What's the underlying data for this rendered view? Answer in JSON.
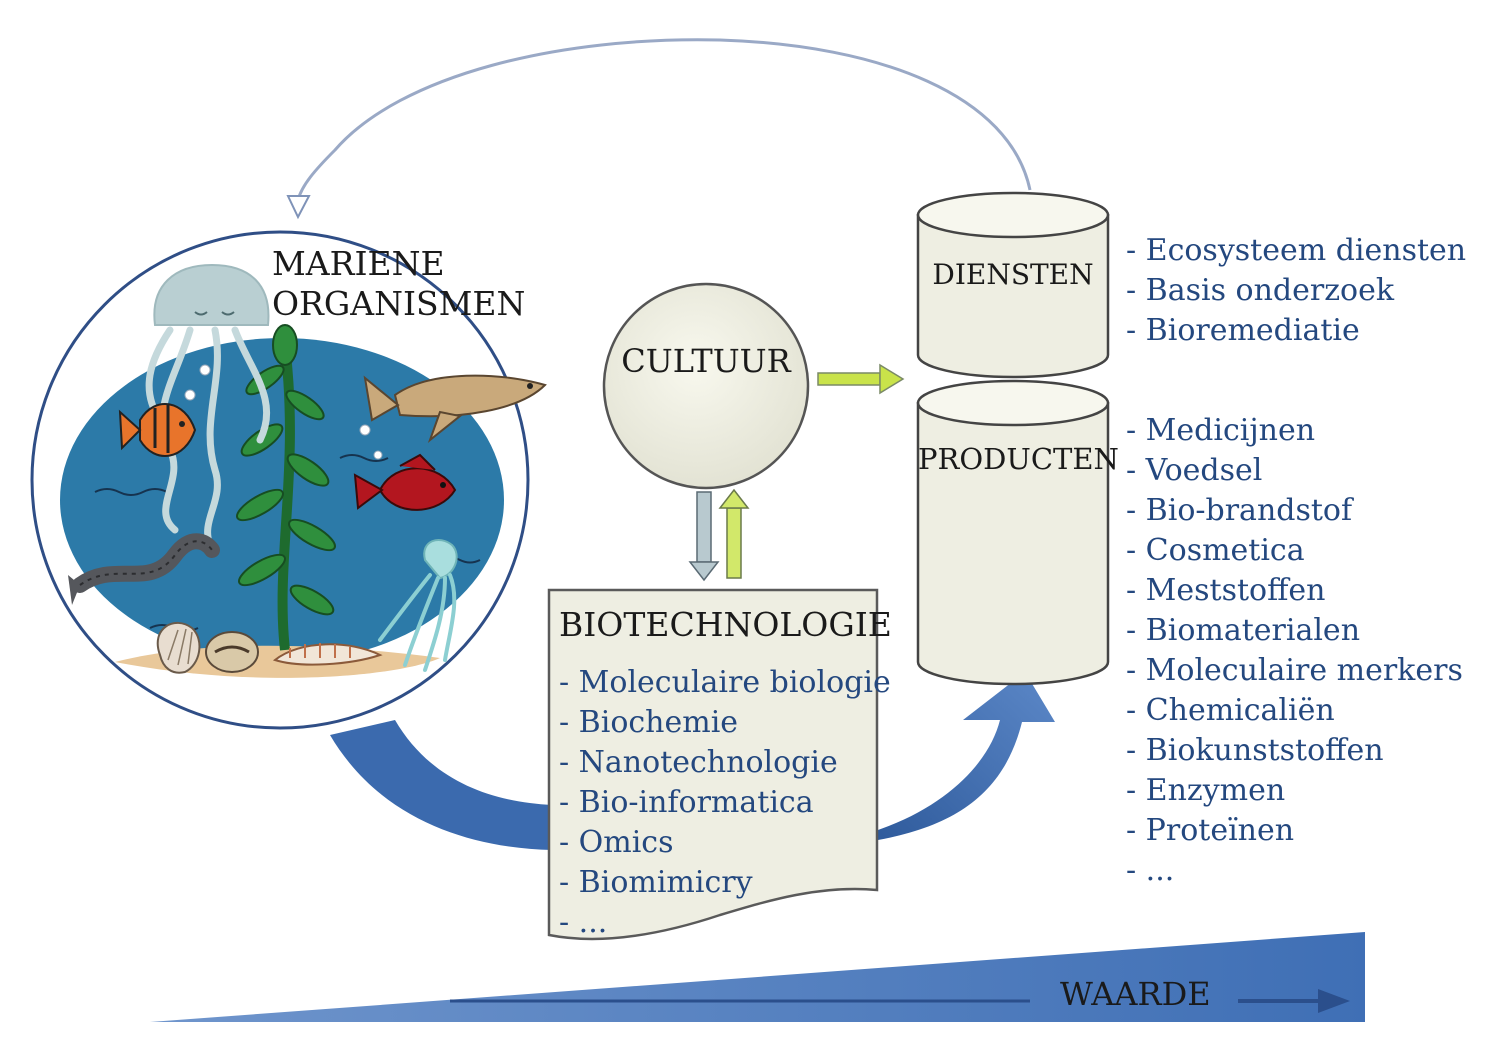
{
  "marine": {
    "title_line1": "MARIENE",
    "title_line2": "ORGANISMEN"
  },
  "culture": {
    "label": "CULTUUR"
  },
  "cylinder": {
    "services_label": "DIENSTEN",
    "products_label": "PRODUCTEN"
  },
  "biotechnology": {
    "title": "BIOTECHNOLOGIE",
    "items": [
      "- Moleculaire biologie",
      "- Biochemie",
      "- Nanotechnologie",
      "- Bio-informatica",
      "- Omics",
      "- Biomimicry",
      "- ..."
    ]
  },
  "services": {
    "items": [
      "- Ecosysteem diensten",
      "- Basis onderzoek",
      "- Bioremediatie"
    ]
  },
  "products": {
    "items": [
      "- Medicijnen",
      "- Voedsel",
      "- Bio-brandstof",
      "- Cosmetica",
      "- Meststoffen",
      "- Biomaterialen",
      "- Moleculaire merkers",
      "- Chemicaliën",
      "- Biokunststoffen",
      "- Enzymen",
      "- Proteïnen",
      "- ..."
    ]
  },
  "value_axis": {
    "label": "WAARDE"
  },
  "colors": {
    "text_blue": "#24487f",
    "arrow_blue": "#3d6cb3",
    "sea_blue": "#2c7aa8",
    "panel_fill": "#eeeee2",
    "green_arrow": "#c9e34a"
  },
  "icons": [
    "jellyfish-icon",
    "fish-icon",
    "seaweed-icon",
    "eel-icon",
    "shell-icon",
    "squid-icon"
  ]
}
